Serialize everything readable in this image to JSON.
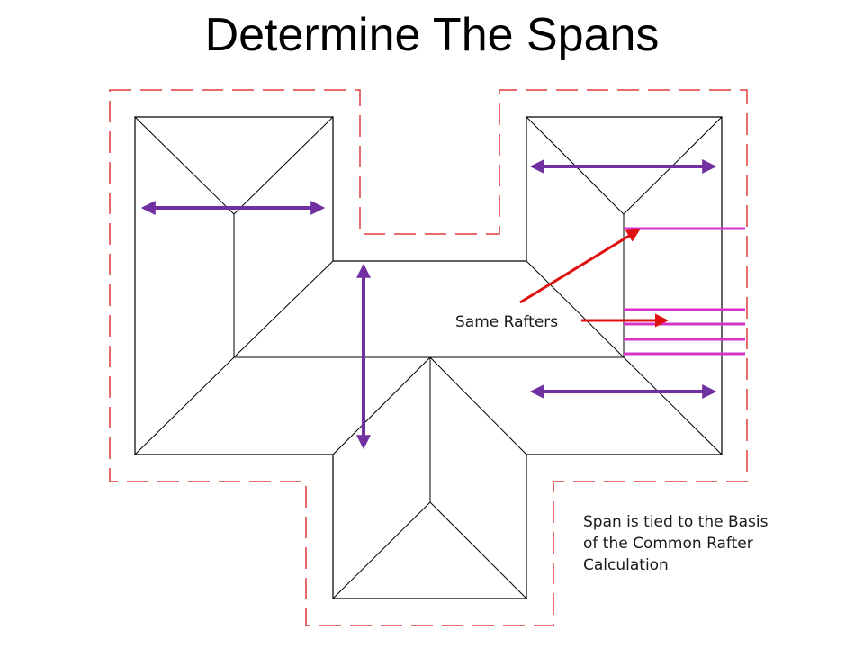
{
  "slide": {
    "title": "Determine The Spans"
  },
  "annotations": {
    "same_rafters": "Same Rafters",
    "note_lines": [
      "Span is tied to the Basis",
      "of the Common Rafter",
      "Calculation"
    ]
  },
  "colors": {
    "outline": "#000000",
    "dashed_boundary": "#e23b3b",
    "span_arrow": "#7030a0",
    "pointer_arrow": "#e01010",
    "rafter_lines": "#d633c8"
  }
}
